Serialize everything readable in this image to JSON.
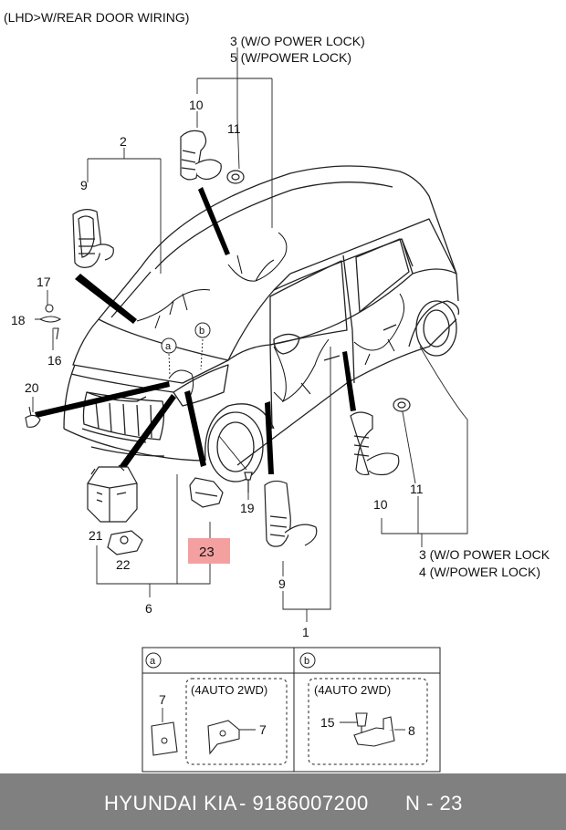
{
  "title": "(LHD>W/REAR DOOR WIRING)",
  "callouts": {
    "c1": "1",
    "c2": "2",
    "c3_top": "3 (W/O POWER LOCK)",
    "c5_top": "5 (W/POWER LOCK)",
    "c3_right": "3 (W/O POWER LOCK",
    "c4_right": "4 (W/POWER LOCK)",
    "c6": "6",
    "c9a": "9",
    "c9b": "9",
    "c10a": "10",
    "c10b": "10",
    "c11a": "11",
    "c11b": "11",
    "c16": "16",
    "c17": "17",
    "c18": "18",
    "c19": "19",
    "c20": "20",
    "c21": "21",
    "c22": "22",
    "c23": "23"
  },
  "highlight": {
    "label": "23",
    "color": "#f4a0a0"
  },
  "markers": {
    "a": "a",
    "b": "b"
  },
  "detail": {
    "panel_a": {
      "marker": "a",
      "part": "7",
      "variant_title": "(4AUTO 2WD)",
      "variant_part": "7"
    },
    "panel_b": {
      "marker": "b",
      "variant_title": "(4AUTO 2WD)",
      "part_15": "15",
      "part_8": "8"
    }
  },
  "footer": {
    "brand": "HYUNDAI  KIA",
    "part_number": "- 9186007200",
    "page_ref": "N - 23",
    "bg_color": "#808080"
  }
}
